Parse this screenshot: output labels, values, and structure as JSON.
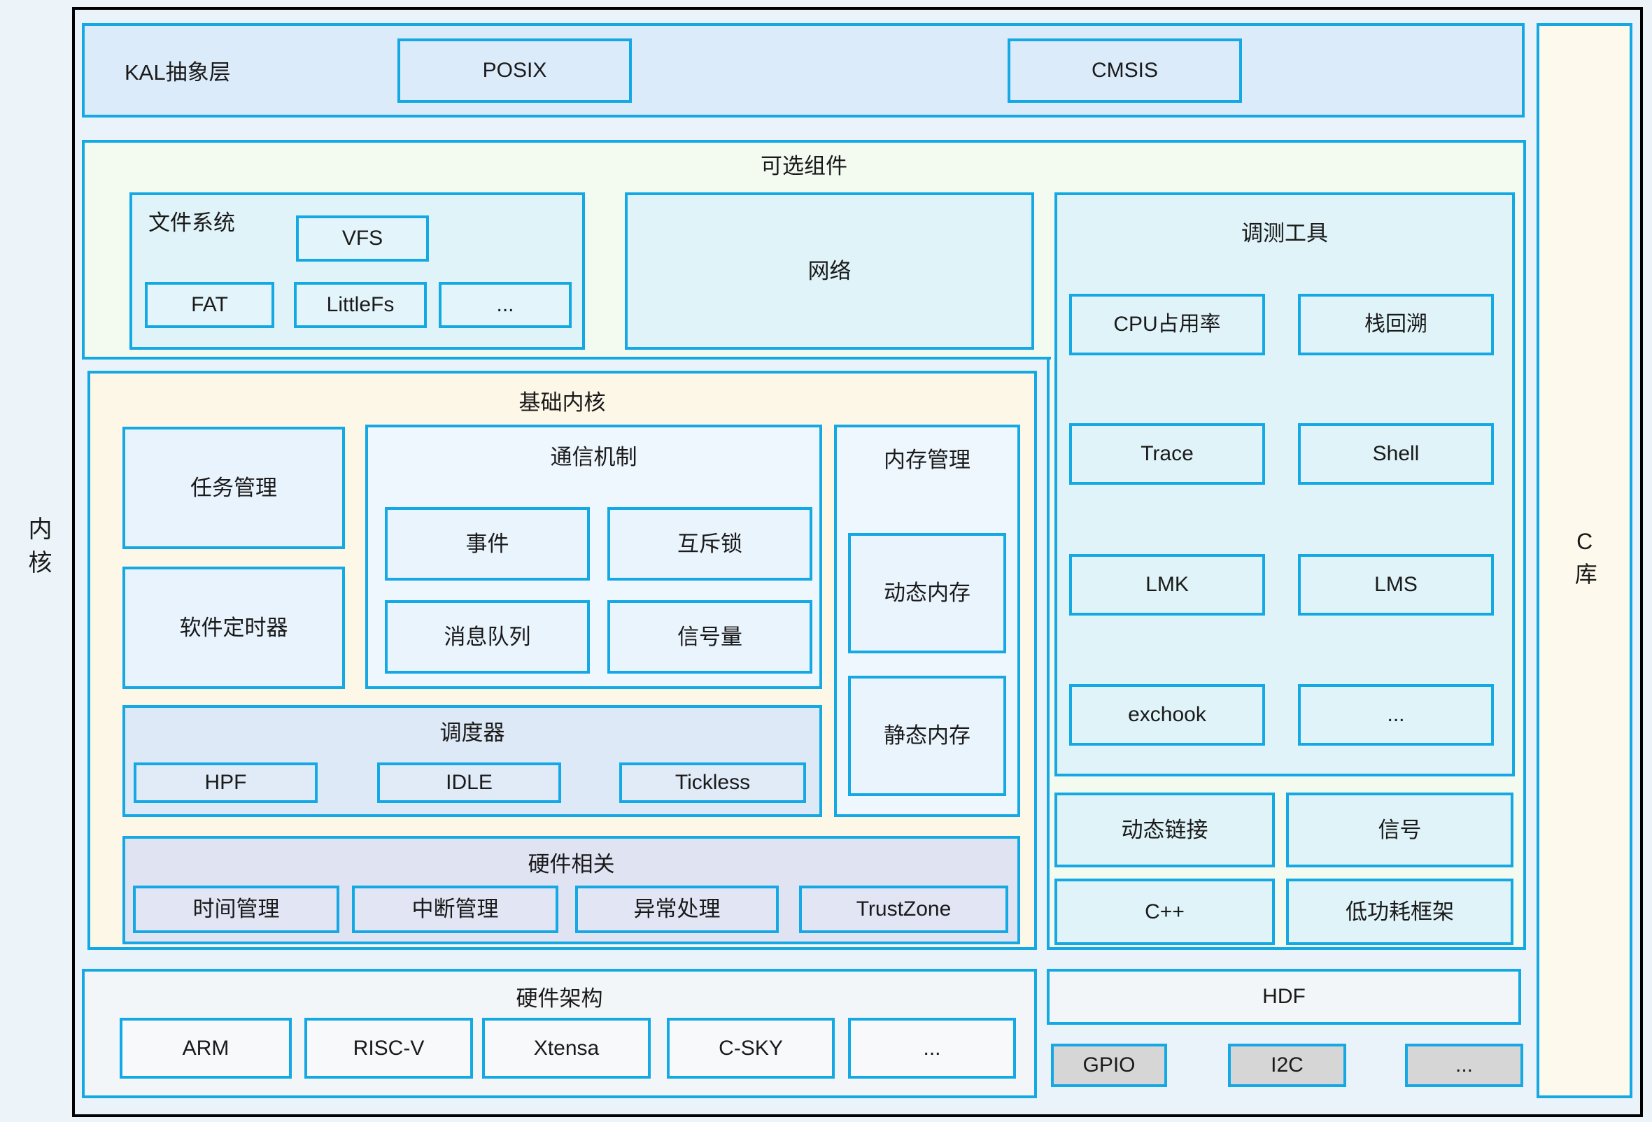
{
  "colors": {
    "border_cyan": "#14a9e4",
    "kal_bg": "#dcebfa",
    "optional_bg": "#f3faf0",
    "cyan_box_bg": "#dff3f8",
    "base_kernel_bg": "#fdf7e8",
    "blue_box_bg": "#e9f3fd",
    "scheduler_bg": "#dde9f7",
    "hardware_bg": "#dfe3f2",
    "arch_bg": "#f3f6f8",
    "gray_box_bg": "#d5d6d5",
    "clib_bg": "#fdf9ec"
  },
  "side": {
    "kernel_label": "内核",
    "clib_label": "C库"
  },
  "kal": {
    "label": "KAL抽象层",
    "posix": "POSIX",
    "cmsis": "CMSIS"
  },
  "optional": {
    "title": "可选组件",
    "filesystem": {
      "title": "文件系统",
      "vfs": "VFS",
      "items": [
        "FAT",
        "LittleFs",
        "..."
      ]
    },
    "network": "网络",
    "debug": {
      "title": "调测工具",
      "items": [
        "CPU占用率",
        "栈回溯",
        "Trace",
        "Shell",
        "LMK",
        "LMS",
        "exchook",
        "..."
      ]
    },
    "extras": [
      "动态链接",
      "信号",
      "C++",
      "低功耗框架"
    ]
  },
  "base_kernel": {
    "title": "基础内核",
    "task": "任务管理",
    "timer": "软件定时器",
    "ipc": {
      "title": "通信机制",
      "items": [
        "事件",
        "互斥锁",
        "消息队列",
        "信号量"
      ]
    },
    "memory": {
      "title": "内存管理",
      "items": [
        "动态内存",
        "静态内存"
      ]
    },
    "scheduler": {
      "title": "调度器",
      "items": [
        "HPF",
        "IDLE",
        "Tickless"
      ]
    },
    "hardware": {
      "title": "硬件相关",
      "items": [
        "时间管理",
        "中断管理",
        "异常处理",
        "TrustZone"
      ]
    }
  },
  "bottom": {
    "arch": {
      "title": "硬件架构",
      "items": [
        "ARM",
        "RISC-V",
        "Xtensa",
        "C-SKY",
        "..."
      ]
    },
    "hdf": {
      "title": "HDF",
      "items": [
        "GPIO",
        "I2C",
        "..."
      ]
    }
  }
}
